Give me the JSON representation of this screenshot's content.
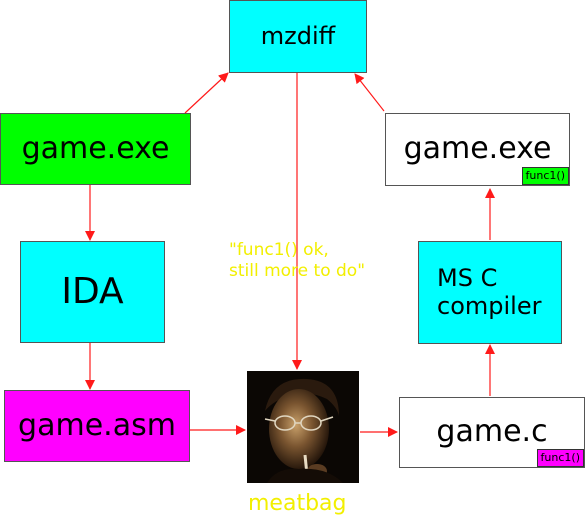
{
  "colors": {
    "cyan": "#00ffff",
    "green": "#00ff00",
    "magenta": "#ff00ff",
    "white": "#ffffff",
    "arrow": "#ff1a1a",
    "note": "#f2ef00"
  },
  "nodes": {
    "mzdiff": "mzdiff",
    "game_exe_left": "game.exe",
    "ida": "IDA",
    "game_asm": "game.asm",
    "game_exe_right": "game.exe",
    "compiler": "MS C\ncompiler",
    "game_c": "game.c"
  },
  "tags": {
    "exe_func": "func1()",
    "c_func": "func1()"
  },
  "feedback_note": "\"func1() ok,\nstill more to do\"",
  "meatbag": {
    "caption": "meatbag",
    "image_desc": "dark portrait of a man with glasses"
  }
}
